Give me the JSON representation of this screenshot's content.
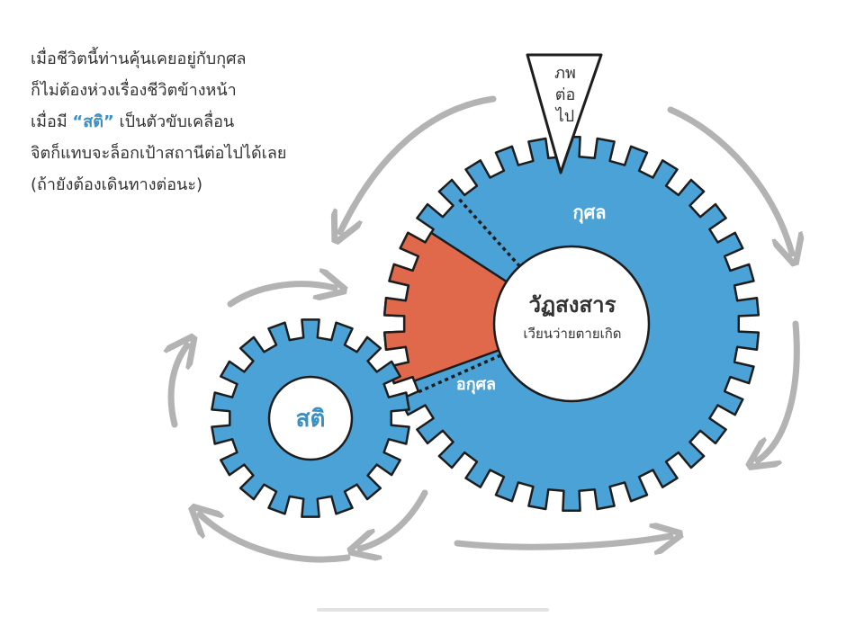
{
  "caption": {
    "line1": "เมื่อชีวิตนี้ท่านคุ้นเคยอยู่กับกุศล",
    "line2": "ก็ไม่ต้องห่วงเรื่องชีวิตข้างหน้า",
    "line3_before": "เมื่อมี ",
    "line3_highlight": "“สติ”",
    "line3_after": " เป็นตัวขับเคลื่อน",
    "line4": "จิตก็แทบจะล็อกเป้าสถานีต่อไปได้เลย",
    "line5": "(ถ้ายังต้องเดินทางต่อนะ)"
  },
  "big_gear": {
    "ring_label": "กุศล",
    "center_title": "วัฏสงสาร",
    "center_subtitle": "เวียนว่ายตายเกิด",
    "wedge_label": "อกุศล"
  },
  "small_gear": {
    "center_label": "สติ"
  },
  "pointer": {
    "line1": "ภพ",
    "line2": "ต่อ",
    "line3": "ไป"
  },
  "colors": {
    "gear_blue": "#4aa2d6",
    "wedge_red": "#e0694c",
    "text_dark": "#333333",
    "accent_blue": "#3a8fc4",
    "arrow_gray": "#9a9a9a"
  }
}
